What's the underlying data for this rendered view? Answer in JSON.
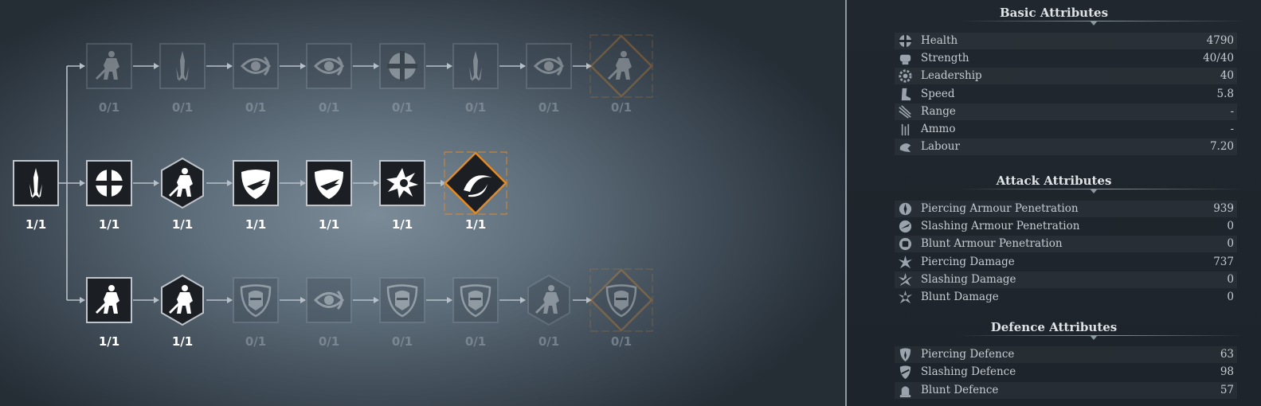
{
  "skill_tree": {
    "root": {
      "icon": "spear-trident-icon",
      "rank": "1/1",
      "unlocked": true
    },
    "rows": [
      {
        "nodes": [
          {
            "icon": "fencer-icon",
            "shape": "square",
            "rank": "0/1",
            "unlocked": false
          },
          {
            "icon": "spear-trident-icon",
            "shape": "square",
            "rank": "0/1",
            "unlocked": false
          },
          {
            "icon": "eye-swirl-icon",
            "shape": "square",
            "rank": "0/1",
            "unlocked": false
          },
          {
            "icon": "eye-swirl-icon",
            "shape": "square",
            "rank": "0/1",
            "unlocked": false
          },
          {
            "icon": "health-cross-icon",
            "shape": "square",
            "rank": "0/1",
            "unlocked": false
          },
          {
            "icon": "spear-trident-icon",
            "shape": "square",
            "rank": "0/1",
            "unlocked": false
          },
          {
            "icon": "eye-swirl-icon",
            "shape": "square",
            "rank": "0/1",
            "unlocked": false
          },
          {
            "icon": "fencer-icon",
            "shape": "diamond",
            "rank": "0/1",
            "unlocked": false
          }
        ]
      },
      {
        "nodes": [
          {
            "icon": "health-cross-icon",
            "shape": "square",
            "rank": "1/1",
            "unlocked": true
          },
          {
            "icon": "fencer-icon",
            "shape": "hexagon",
            "rank": "1/1",
            "unlocked": true
          },
          {
            "icon": "shield-slash-icon",
            "shape": "square",
            "rank": "1/1",
            "unlocked": true
          },
          {
            "icon": "shield-slash-icon",
            "shape": "square",
            "rank": "1/1",
            "unlocked": true
          },
          {
            "icon": "impact-burst-icon",
            "shape": "square",
            "rank": "1/1",
            "unlocked": true
          },
          {
            "icon": "crescent-swirl-icon",
            "shape": "diamond",
            "rank": "1/1",
            "unlocked": true
          }
        ]
      },
      {
        "nodes": [
          {
            "icon": "fencer-icon",
            "shape": "square",
            "rank": "1/1",
            "unlocked": true
          },
          {
            "icon": "fencer-icon",
            "shape": "hexagon",
            "rank": "1/1",
            "unlocked": true
          },
          {
            "icon": "helmet-shield-icon",
            "shape": "square",
            "rank": "0/1",
            "unlocked": false
          },
          {
            "icon": "eye-swirl-icon",
            "shape": "square",
            "rank": "0/1",
            "unlocked": false
          },
          {
            "icon": "helmet-shield-icon",
            "shape": "square",
            "rank": "0/1",
            "unlocked": false
          },
          {
            "icon": "helmet-shield-icon",
            "shape": "square",
            "rank": "0/1",
            "unlocked": false
          },
          {
            "icon": "fencer-icon",
            "shape": "hexagon",
            "rank": "0/1",
            "unlocked": false
          },
          {
            "icon": "helmet-shield-icon",
            "shape": "diamond",
            "rank": "0/1",
            "unlocked": false
          }
        ]
      }
    ]
  },
  "attributes": {
    "basic": {
      "title": "Basic Attributes",
      "items": [
        {
          "icon": "health-cross-icon",
          "label": "Health",
          "value": "4790"
        },
        {
          "icon": "strength-fist-icon",
          "label": "Strength",
          "value": "40/40"
        },
        {
          "icon": "leadership-gear-icon",
          "label": "Leadership",
          "value": "40"
        },
        {
          "icon": "speed-boot-icon",
          "label": "Speed",
          "value": "5.8"
        },
        {
          "icon": "range-arrows-icon",
          "label": "Range",
          "value": "-"
        },
        {
          "icon": "ammo-bolts-icon",
          "label": "Ammo",
          "value": "-"
        },
        {
          "icon": "labour-hand-icon",
          "label": "Labour",
          "value": "7.20"
        }
      ]
    },
    "attack": {
      "title": "Attack Attributes",
      "items": [
        {
          "icon": "piercing-penetration-icon",
          "label": "Piercing Armour Penetration",
          "value": "939"
        },
        {
          "icon": "slashing-penetration-icon",
          "label": "Slashing Armour Penetration",
          "value": "0"
        },
        {
          "icon": "blunt-penetration-icon",
          "label": "Blunt Armour Penetration",
          "value": "0"
        },
        {
          "icon": "piercing-damage-icon",
          "label": "Piercing Damage",
          "value": "737"
        },
        {
          "icon": "slashing-damage-icon",
          "label": "Slashing Damage",
          "value": "0"
        },
        {
          "icon": "blunt-damage-icon",
          "label": "Blunt Damage",
          "value": "0"
        }
      ]
    },
    "defence": {
      "title": "Defence Attributes",
      "items": [
        {
          "icon": "piercing-defence-icon",
          "label": "Piercing Defence",
          "value": "63"
        },
        {
          "icon": "slashing-defence-icon",
          "label": "Slashing Defence",
          "value": "98"
        },
        {
          "icon": "blunt-defence-icon",
          "label": "Blunt Defence",
          "value": "57"
        }
      ]
    }
  },
  "colors": {
    "node_fill": "#1b1f23",
    "node_border": "#bfc5ca",
    "accent_orange": "#e08a2a",
    "text_white": "#ffffff"
  }
}
